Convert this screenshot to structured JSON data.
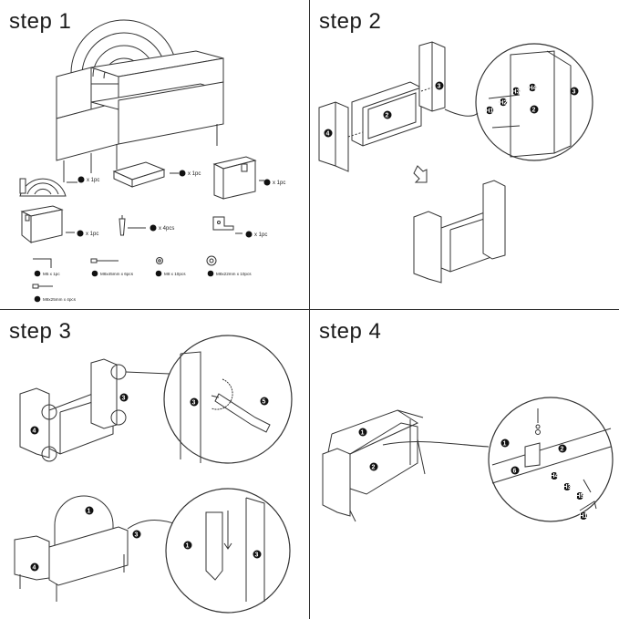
{
  "steps": [
    {
      "title": "step 1"
    },
    {
      "title": "step 2"
    },
    {
      "title": "step 3"
    },
    {
      "title": "step 4"
    }
  ],
  "parts": [
    {
      "number": "1",
      "count": "x 1pc"
    },
    {
      "number": "2",
      "count": "x 1pc"
    },
    {
      "number": "3",
      "count": "x 1pc"
    },
    {
      "number": "4",
      "count": "x 1pc"
    },
    {
      "number": "5",
      "count": "x 4pcs"
    },
    {
      "number": "6",
      "count": "x 1pc"
    }
  ],
  "hardware": [
    {
      "code": "H1",
      "label": "M5 x 1pc"
    },
    {
      "code": "H2",
      "label": "M8x45mm x 6pcs"
    },
    {
      "code": "H3",
      "label": "M8 x 10pcs"
    },
    {
      "code": "H4",
      "label": "M8x22mm x 10pcs"
    },
    {
      "code": "H5",
      "label": "M8x25mm x 4pcs"
    }
  ],
  "callout_labels": {
    "s2_main": [
      "4",
      "2",
      "3"
    ],
    "s2_zoom": [
      "H1",
      "H2",
      "H3",
      "H4",
      "2",
      "3"
    ],
    "s3_main": [
      "3",
      "4"
    ],
    "s3_zoom": [
      "3",
      "5"
    ],
    "s3_lower": [
      "1",
      "4",
      "3"
    ],
    "s3_lower_zoom": [
      "1",
      "3"
    ],
    "s4_main": [
      "1",
      "2"
    ],
    "s4_zoom": [
      "1",
      "2",
      "6",
      "H4",
      "H3",
      "H5",
      "H1"
    ]
  }
}
